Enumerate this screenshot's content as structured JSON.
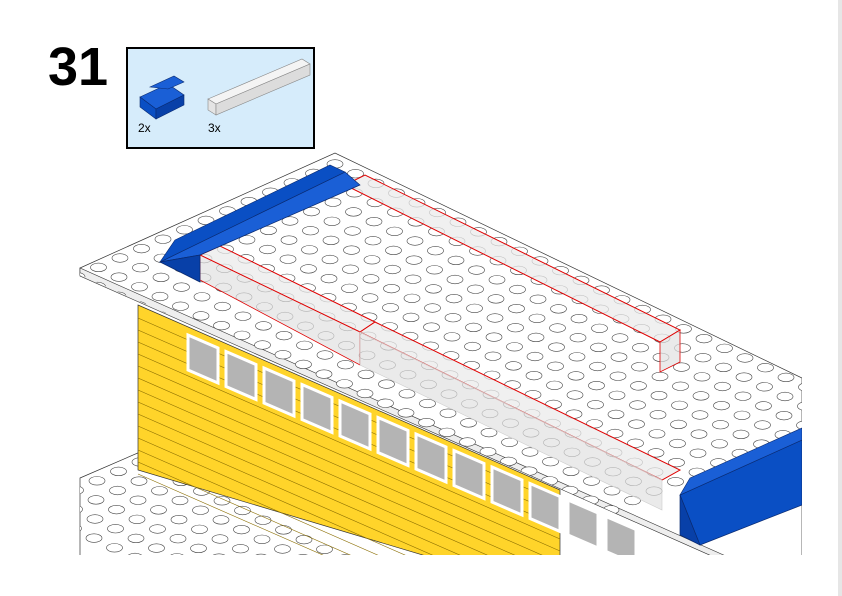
{
  "step": {
    "number": "31"
  },
  "parts_list": {
    "items": [
      {
        "name": "blue-slope-brick-2x4",
        "quantity": "2x",
        "color": "#0a4fc4"
      },
      {
        "name": "clear-brick-1x8",
        "quantity": "3x",
        "color": "#e8e8e8"
      }
    ]
  },
  "colors": {
    "yellow": "#ffd42a",
    "blue": "#0a4fc4",
    "highlight": "#e00000",
    "plate": "#ffffff",
    "window": "#b4b4b4"
  }
}
